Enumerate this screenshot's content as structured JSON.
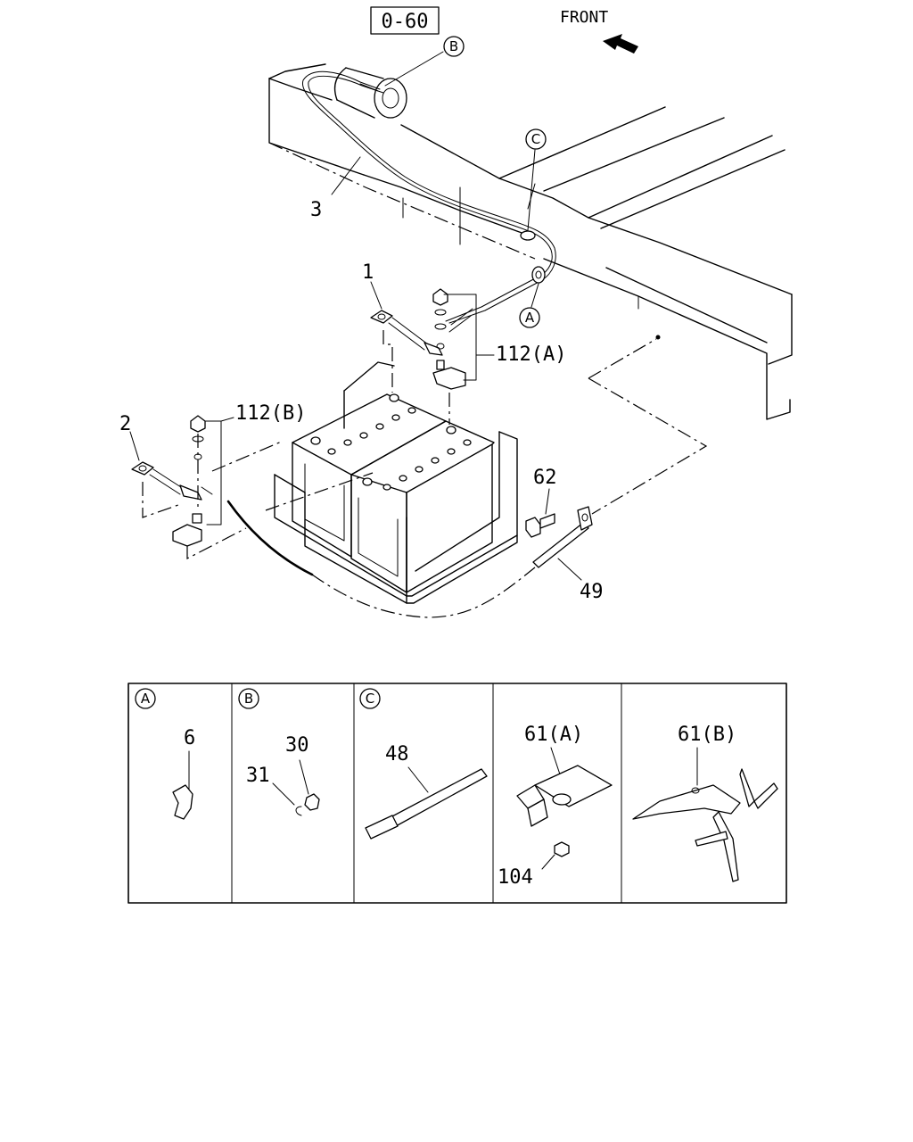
{
  "header": {
    "ref_box": "0-60",
    "direction": "FRONT"
  },
  "callouts": {
    "p1": "1",
    "p2": "2",
    "p3": "3",
    "p112a": "112(A)",
    "p112b": "112(B)",
    "p62": "62",
    "p49": "49",
    "ref_a": "A",
    "ref_b": "B",
    "ref_c": "C"
  },
  "detail_panels": [
    {
      "marker": "A",
      "parts": [
        "6"
      ]
    },
    {
      "marker": "B",
      "parts": [
        "30",
        "31"
      ]
    },
    {
      "marker": "C",
      "parts": [
        "48"
      ]
    },
    {
      "marker": "",
      "parts": [
        "61(A)",
        "104"
      ]
    },
    {
      "marker": "",
      "parts": [
        "61(B)"
      ]
    }
  ]
}
